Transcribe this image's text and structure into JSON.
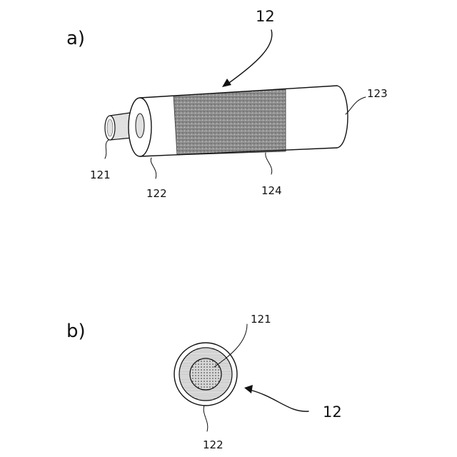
{
  "figure": {
    "panel_a": {
      "label": "a)",
      "ref_assembly": "12",
      "ref_core": "121",
      "ref_insulation": "122",
      "ref_end": "123",
      "ref_coating": "124"
    },
    "panel_b": {
      "label": "b)",
      "ref_assembly": "12",
      "ref_core": "121",
      "ref_insulation": "122"
    },
    "colors": {
      "stroke": "#111111",
      "coating": "#9a9a9a",
      "core_cross_section": "#c8c8c8"
    }
  }
}
